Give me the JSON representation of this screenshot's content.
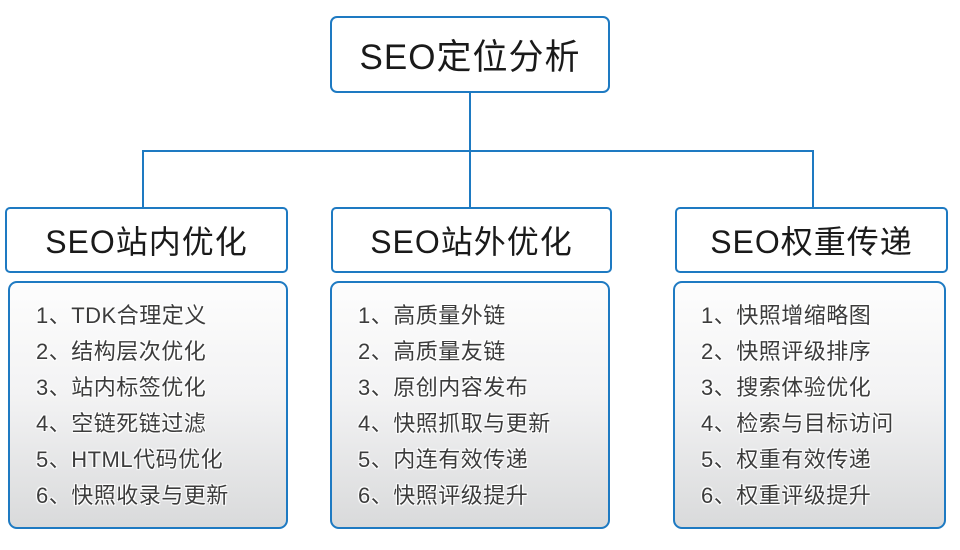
{
  "accent_color": "#1e7ac2",
  "root": {
    "title": "SEO定位分析"
  },
  "columns": [
    {
      "title": "SEO站内优化",
      "items": [
        "1、TDK合理定义",
        "2、结构层次优化",
        "3、站内标签优化",
        "4、空链死链过滤",
        "5、HTML代码优化",
        "6、快照收录与更新"
      ]
    },
    {
      "title": "SEO站外优化",
      "items": [
        "1、高质量外链",
        "2、高质量友链",
        "3、原创内容发布",
        "4、快照抓取与更新",
        "5、内连有效传递",
        "6、快照评级提升"
      ]
    },
    {
      "title": "SEO权重传递",
      "items": [
        "1、快照增缩略图",
        "2、快照评级排序",
        "3、搜索体验优化",
        "4、检索与目标访问",
        "5、权重有效传递",
        "6、权重评级提升"
      ]
    }
  ]
}
